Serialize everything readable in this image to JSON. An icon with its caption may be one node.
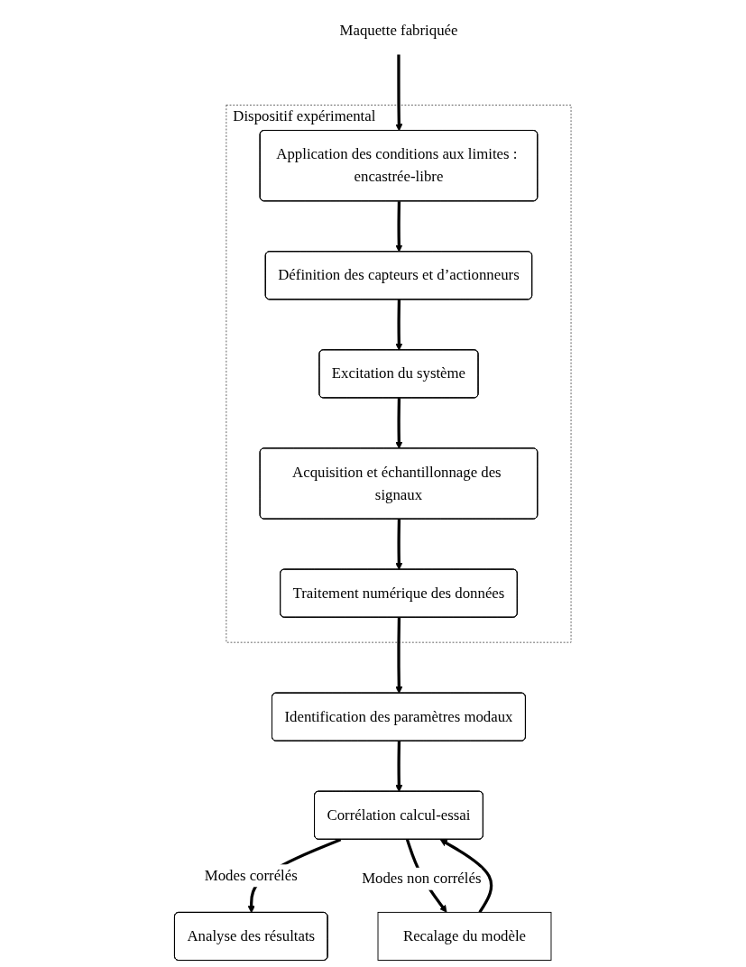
{
  "diagram": {
    "nodes": [
      {
        "text": [
          "Maquette fabriquée"
        ]
      },
      {
        "text": [
          "Dispositif expérimental"
        ]
      },
      {
        "text": [
          "Application des conditions aux limites : encastrée-libre"
        ],
        "in": 1
      },
      {
        "text": [
          "Définition des capteurs et d’actionneurs"
        ],
        "in": 1
      },
      {
        "text": [
          "Excitation du système"
        ],
        "in": 1
      },
      {
        "text": [
          "Acquisition et échantillonnage des signaux"
        ],
        "in": 1
      },
      {
        "text": [
          "Traitement numérique des données"
        ],
        "in": 1
      },
      {
        "text": [
          "Identification des paramètres modaux"
        ]
      },
      {
        "text": [
          "Corrélation calcul-essai"
        ]
      },
      {
        "text": [
          "Recalage du modèle"
        ]
      },
      {
        "text": [
          "Analyse des résultats"
        ]
      }
    ],
    "edges": [
      {
        "from": 0,
        "to": 2,
        "arrow": "to"
      },
      {
        "from": 2,
        "to": 3,
        "arrow": "to"
      },
      {
        "from": 3,
        "to": 4,
        "arrow": "to"
      },
      {
        "from": 4,
        "to": 5,
        "arrow": "to"
      },
      {
        "from": 5,
        "to": 6,
        "arrow": "to"
      },
      {
        "from": 6,
        "to": 7,
        "arrow": "to"
      },
      {
        "from": 7,
        "to": 8,
        "arrow": "to"
      },
      {
        "from": 8,
        "to": 10,
        "arrow": "to",
        "label": "Modes corrélés"
      },
      {
        "from": 8,
        "to": 9,
        "arrow": "to",
        "label": "Modes non corrélés"
      },
      {
        "from": 9,
        "to": 8,
        "arrow": "to"
      }
    ]
  }
}
